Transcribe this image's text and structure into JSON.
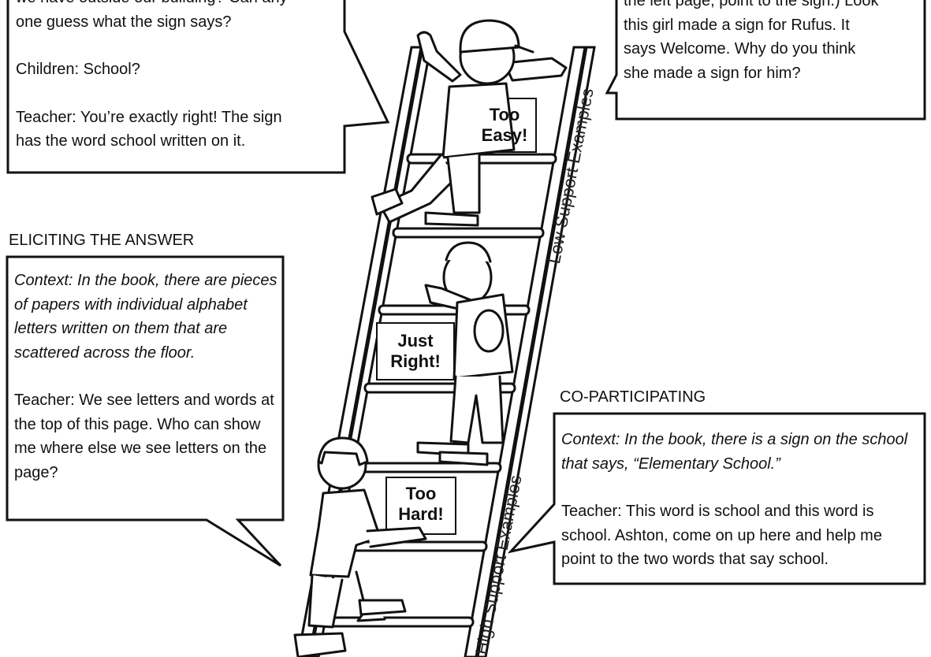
{
  "top_left_bubble": {
    "line1": "we have outside our building? Can any-",
    "line2": "one guess what the sign says?",
    "children_speaker": "Children",
    "children_text": ": School?",
    "teacher_speaker": "Teacher",
    "teacher_text_a": ": You’re exactly right! The sign",
    "teacher_text_b": "has the word ",
    "teacher_keyword": "school",
    "teacher_text_c": " written on it."
  },
  "top_right_bubble": {
    "line1": "the left page, point to the sign.) Look",
    "line2": "this girl made a sign for Rufus.  It",
    "line3_a": "says ",
    "line3_keyword": "Welcome",
    "line3_b": ". Why do you think",
    "line4": "she made a sign for him?"
  },
  "eliciting": {
    "heading": "ELICITING THE ANSWER",
    "context": "Context: In the book, there are pieces of papers with individual alphabet letters written on them that are scattered across the floor.",
    "teacher_speaker": "Teacher",
    "teacher_text": ": We see letters and words at the top of this page. Who can show me where else we see letters on the page?"
  },
  "coparticipating": {
    "heading": "CO-PARTICIPATING",
    "context": "Context: In the book, there is a sign on the school that says, “Elementary School.”",
    "teacher_speaker": "Teacher",
    "teacher_text_a": ": This word is ",
    "keyword1": "school",
    "teacher_text_b": " and this word is ",
    "keyword2": "school.",
    "teacher_text_c": " Ashton, come on up here and help me point to the two words that say ",
    "keyword3": "school",
    "teacher_text_d": "."
  },
  "ladder": {
    "low_support_label": "Low Support Examples",
    "high_support_label": "High Support Examples",
    "sign_top_line1": "Too",
    "sign_top_line2": "Easy!",
    "sign_middle_line1": "Just",
    "sign_middle_line2": "Right!",
    "sign_bottom_line1": "Too",
    "sign_bottom_line2": "Hard!"
  }
}
